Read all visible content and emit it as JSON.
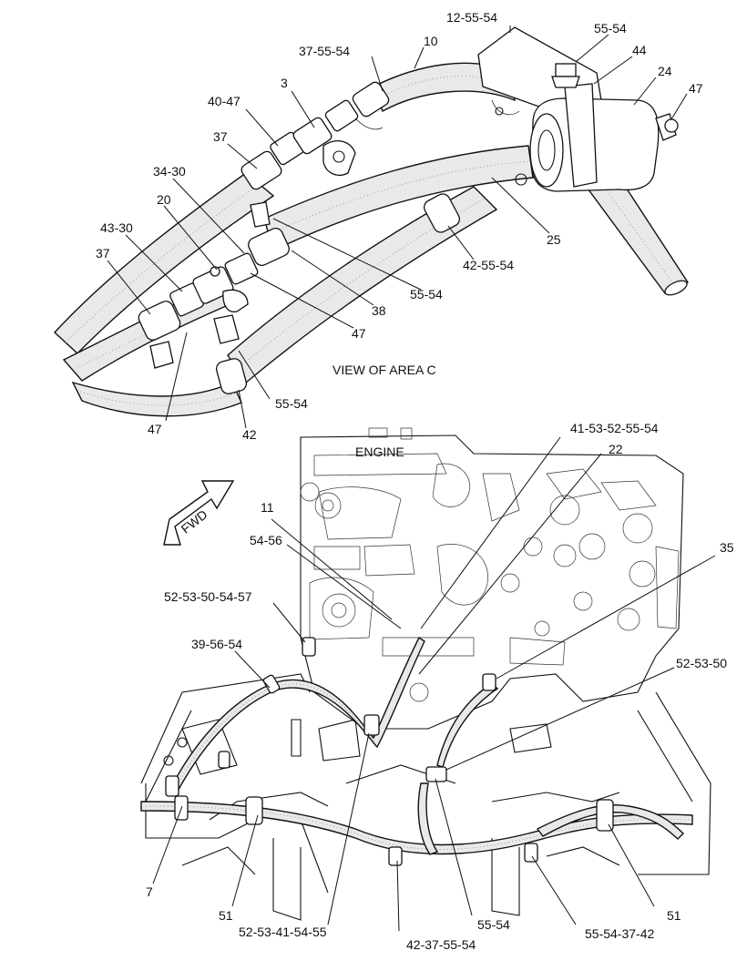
{
  "view_title": "VIEW OF AREA C",
  "engine_label": "ENGINE",
  "fwd_label": "FWD",
  "upper_callouts": [
    {
      "id": "c-12-55-54",
      "text": "12-55-54"
    },
    {
      "id": "c-55-54-top",
      "text": "55-54"
    },
    {
      "id": "c-37-55-54",
      "text": "37-55-54"
    },
    {
      "id": "c-10",
      "text": "10"
    },
    {
      "id": "c-44",
      "text": "44"
    },
    {
      "id": "c-24",
      "text": "24"
    },
    {
      "id": "c-47-top",
      "text": "47"
    },
    {
      "id": "c-3",
      "text": "3"
    },
    {
      "id": "c-40-47",
      "text": "40-47"
    },
    {
      "id": "c-37-a",
      "text": "37"
    },
    {
      "id": "c-34-30",
      "text": "34-30"
    },
    {
      "id": "c-20",
      "text": "20"
    },
    {
      "id": "c-43-30",
      "text": "43-30"
    },
    {
      "id": "c-37-b",
      "text": "37"
    },
    {
      "id": "c-25",
      "text": "25"
    },
    {
      "id": "c-42-55-54",
      "text": "42-55-54"
    },
    {
      "id": "c-55-54-mid",
      "text": "55-54"
    },
    {
      "id": "c-38",
      "text": "38"
    },
    {
      "id": "c-47-mid",
      "text": "47"
    },
    {
      "id": "c-55-54-low",
      "text": "55-54"
    },
    {
      "id": "c-47-low",
      "text": "47"
    },
    {
      "id": "c-42",
      "text": "42"
    }
  ],
  "lower_callouts": [
    {
      "id": "c-41-53-52-55-54",
      "text": "41-53-52-55-54"
    },
    {
      "id": "c-22",
      "text": "22"
    },
    {
      "id": "c-11",
      "text": "11"
    },
    {
      "id": "c-54-56",
      "text": "54-56"
    },
    {
      "id": "c-35",
      "text": "35"
    },
    {
      "id": "c-52-53-50-54-57",
      "text": "52-53-50-54-57"
    },
    {
      "id": "c-39-56-54",
      "text": "39-56-54"
    },
    {
      "id": "c-52-53-50",
      "text": "52-53-50"
    },
    {
      "id": "c-7",
      "text": "7"
    },
    {
      "id": "c-51-left",
      "text": "51"
    },
    {
      "id": "c-52-53-41-54-55",
      "text": "52-53-41-54-55"
    },
    {
      "id": "c-42-37-55-54",
      "text": "42-37-55-54"
    },
    {
      "id": "c-55-54-bottom",
      "text": "55-54"
    },
    {
      "id": "c-55-54-37-42",
      "text": "55-54-37-42"
    },
    {
      "id": "c-51-right",
      "text": "51"
    }
  ]
}
